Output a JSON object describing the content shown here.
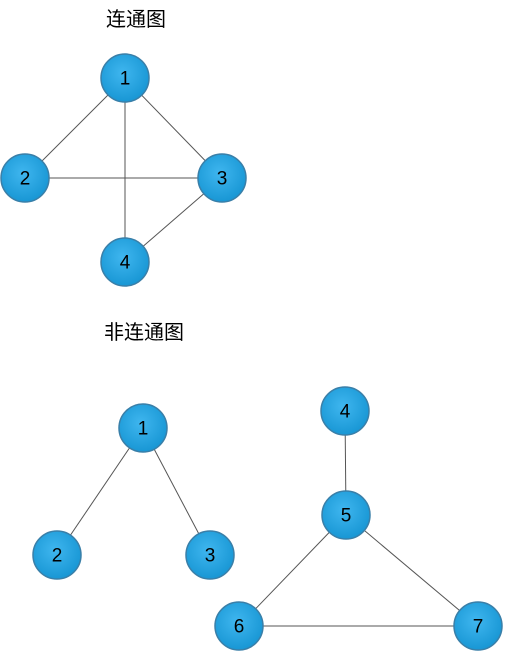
{
  "colors": {
    "node_fill": "#1e9ddc",
    "edge": "#555555",
    "label": "#000000"
  },
  "connected_graph": {
    "title": "连通图",
    "nodes": [
      {
        "id": "c1",
        "label": "1"
      },
      {
        "id": "c2",
        "label": "2"
      },
      {
        "id": "c3",
        "label": "3"
      },
      {
        "id": "c4",
        "label": "4"
      }
    ],
    "edges": [
      [
        "c1",
        "c2"
      ],
      [
        "c1",
        "c3"
      ],
      [
        "c1",
        "c4"
      ],
      [
        "c2",
        "c3"
      ],
      [
        "c3",
        "c4"
      ]
    ]
  },
  "disconnected_graph": {
    "title": "非连通图",
    "nodes": [
      {
        "id": "d1",
        "label": "1"
      },
      {
        "id": "d2",
        "label": "2"
      },
      {
        "id": "d3",
        "label": "3"
      },
      {
        "id": "d4",
        "label": "4"
      },
      {
        "id": "d5",
        "label": "5"
      },
      {
        "id": "d6",
        "label": "6"
      },
      {
        "id": "d7",
        "label": "7"
      }
    ],
    "edges": [
      [
        "d1",
        "d2"
      ],
      [
        "d1",
        "d3"
      ],
      [
        "d4",
        "d5"
      ],
      [
        "d5",
        "d6"
      ],
      [
        "d5",
        "d7"
      ],
      [
        "d6",
        "d7"
      ]
    ]
  }
}
